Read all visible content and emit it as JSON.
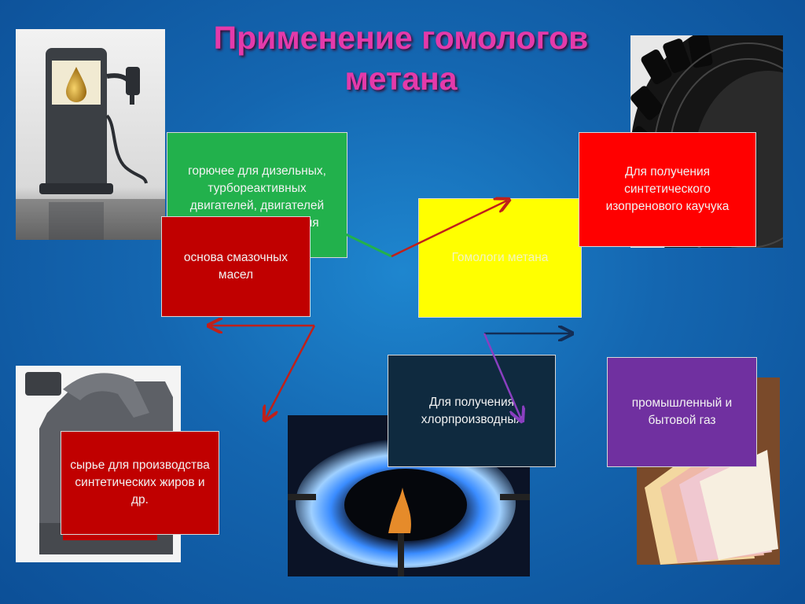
{
  "title": {
    "line1": "Применение гомологов",
    "line2": "метана"
  },
  "boxes": {
    "fuel": "горючее для дизельных, турбореактивных двигателей, двигателей внутреннего сгорания",
    "oil": "основа смазочных масел",
    "center": "Гомологи метана",
    "rubber": "Для получения синтетического изопренового каучука",
    "fats": "сырье для производства синтетических жиров и др.",
    "chloro": "Для получения хлорпроизводных",
    "gas": "промышленный и бытовой газ"
  },
  "colors": {
    "fuel_box": "#22b14c",
    "oil_box": "#c00000",
    "center_box": "#ffff00",
    "rubber_box": "#ff0000",
    "fats_box": "#c00000",
    "chloro_box": "#0f2a3f",
    "gas_box": "#7030a0",
    "title": "#e43aaa"
  }
}
